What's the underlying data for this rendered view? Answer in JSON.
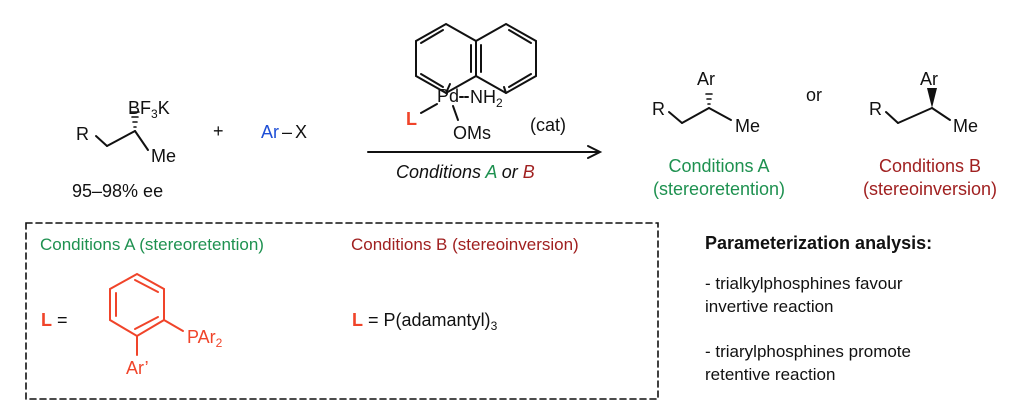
{
  "colors": {
    "green": "#1e9150",
    "red": "#a02020",
    "blue": "#1f4fd6",
    "orange": "#f0442a",
    "black": "#111111"
  },
  "reactant1": {
    "r": "R",
    "group": "BF",
    "group_sub": "3",
    "group_end": "K",
    "methyl": "Me",
    "ee": "95–98% ee"
  },
  "plus": "+",
  "reactant2": {
    "ar": "Ar",
    "bond": "–",
    "x": "X"
  },
  "catalyst": {
    "pd": "Pd",
    "nh": "NH",
    "nh_sub": "2",
    "ligand": "L",
    "oms": "OMs",
    "cat": "(cat)"
  },
  "arrow_caption": {
    "prefix": "Conditions ",
    "a": "A",
    "middle": " or ",
    "b": "B"
  },
  "product_a": {
    "r": "R",
    "ar": "Ar",
    "me": "Me",
    "label1": "Conditions A",
    "label2": "(stereoretention)"
  },
  "or_text": "or",
  "product_b": {
    "r": "R",
    "ar": "Ar",
    "me": "Me",
    "label1": "Conditions B",
    "label2": "(stereoinversion)"
  },
  "box": {
    "title_a": "Conditions A (stereoretention)",
    "title_b": "Conditions B (stereoinversion)",
    "ligand_a": {
      "l": "L",
      "eq": "=",
      "par": "PAr",
      "par_sub": "2",
      "ar": "Ar’"
    },
    "ligand_b": {
      "l": "L",
      "eq": " = P(adamantyl)",
      "sub": "3"
    }
  },
  "analysis": {
    "title": "Parameterization analysis:",
    "point1_line1": "- trialkylphosphines favour",
    "point1_line2": "invertive reaction",
    "point2_line1": "- triarylphosphines promote",
    "point2_line2": "retentive reaction"
  }
}
